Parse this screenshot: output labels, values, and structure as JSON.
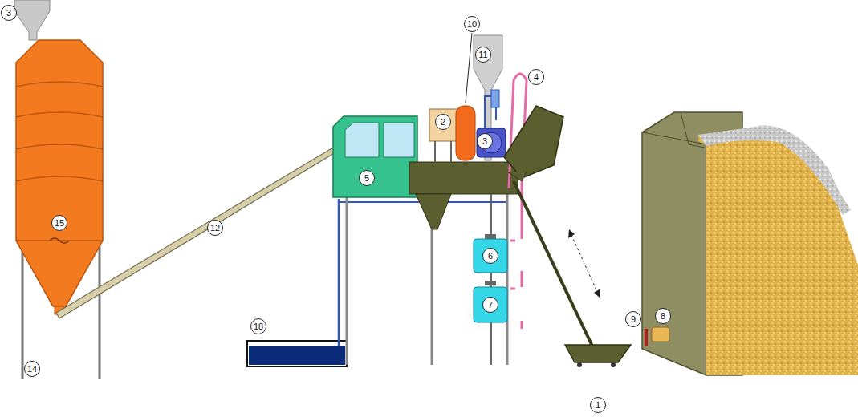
{
  "diagram": {
    "labels": [
      "3",
      "10",
      "11",
      "2",
      "4",
      "3",
      "5",
      "15",
      "12",
      "6",
      "9",
      "8",
      "7",
      "18",
      "14",
      "1"
    ]
  }
}
